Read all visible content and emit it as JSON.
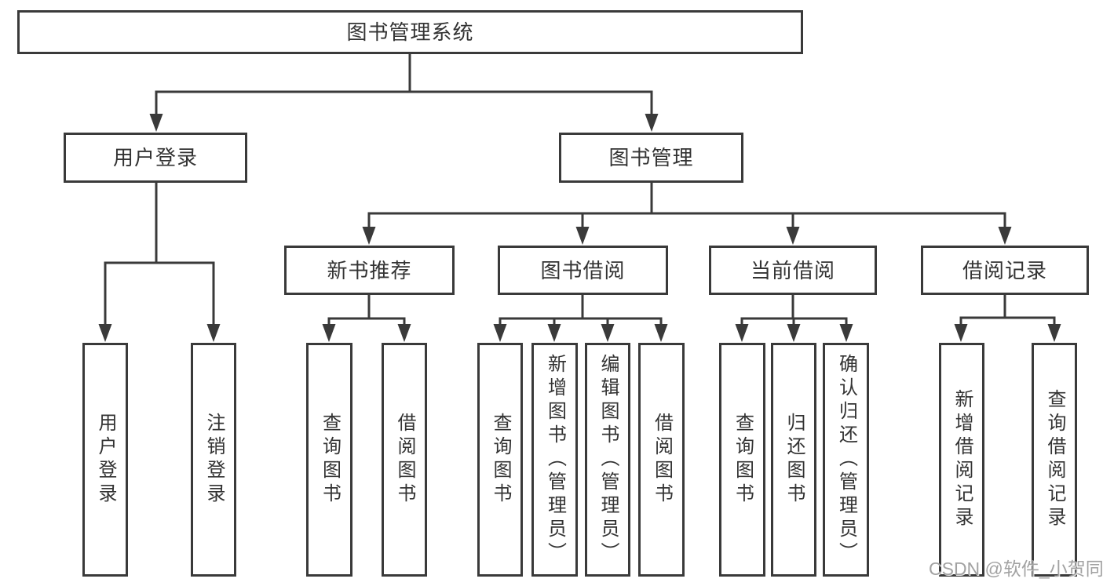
{
  "diagram": {
    "type": "hierarchy-tree",
    "root": {
      "label": "图书管理系统",
      "children": [
        {
          "label": "用户登录",
          "children": [
            {
              "label": "用户登录"
            },
            {
              "label": "注销登录"
            }
          ]
        },
        {
          "label": "图书管理",
          "children": [
            {
              "label": "新书推荐",
              "children": [
                {
                  "label": "查询图书"
                },
                {
                  "label": "借阅图书"
                }
              ]
            },
            {
              "label": "图书借阅",
              "children": [
                {
                  "label": "查询图书"
                },
                {
                  "label": "新增图书（管理员）"
                },
                {
                  "label": "编辑图书（管理员）"
                },
                {
                  "label": "借阅图书"
                }
              ]
            },
            {
              "label": "当前借阅",
              "children": [
                {
                  "label": "查询图书"
                },
                {
                  "label": "归还图书"
                },
                {
                  "label": "确认归还（管理员）"
                }
              ]
            },
            {
              "label": "借阅记录",
              "children": [
                {
                  "label": "新增借阅记录"
                },
                {
                  "label": "查询借阅记录"
                }
              ]
            }
          ]
        }
      ]
    },
    "watermark": "CSDN @软件_小贺同学",
    "colors": {
      "line": "#3a3a3a",
      "text": "#333333",
      "box_background": "#ffffff",
      "watermark": "#a2a2a2",
      "background": "#ffffff"
    }
  }
}
